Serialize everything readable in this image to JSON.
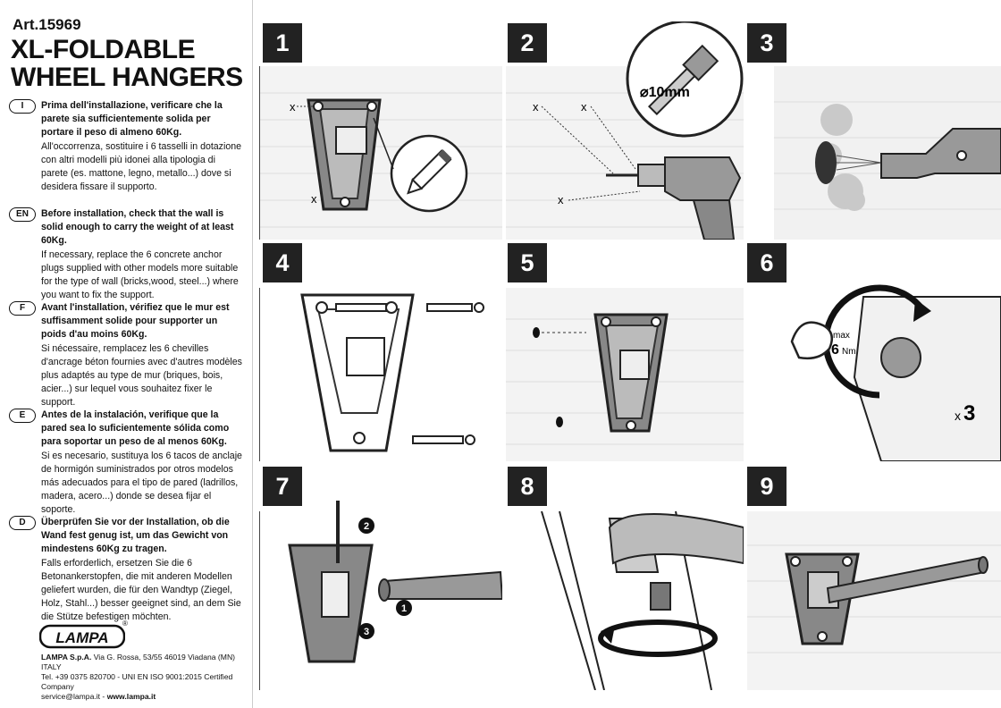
{
  "header": {
    "article": "Art.15969",
    "title_line1": "XL-FOLDABLE",
    "title_line2": "WHEEL HANGERS"
  },
  "languages": [
    {
      "code": "I",
      "bold": "Prima dell'installazione, verificare che la parete sia sufficientemente solida per portare il peso di almeno 60Kg.",
      "text": "All'occorrenza, sostituire i 6 tasselli in dotazione con altri modelli più idonei alla tipologia di parete (es. mattone, legno, metallo...) dove si desidera fissare il supporto."
    },
    {
      "code": "EN",
      "bold": "Before installation, check that the wall is solid enough to carry the weight of at least 60Kg.",
      "text": "If necessary, replace the 6 concrete anchor plugs supplied with other models more suitable for the type of wall (bricks,wood, steel...) where you want to fix the support."
    },
    {
      "code": "F",
      "bold": "Avant l'installation, vérifiez que le mur est suffisamment solide pour supporter un poids d'au moins 60Kg.",
      "text": "Si nécessaire, remplacez les 6 chevilles d'ancrage béton fournies avec d'autres modèles plus adaptés au type de mur (briques, bois, acier...) sur lequel vous souhaitez fixer le support."
    },
    {
      "code": "E",
      "bold": "Antes de la instalación, verifique que la pared sea lo suficientemente sólida como para soportar un peso de al menos 60Kg.",
      "text": "Si es necesario, sustituya los 6 tacos de anclaje de hormigón suministrados por otros modelos más adecuados para el tipo de pared (ladrillos, madera, acero...) donde se desea fijar el soporte."
    },
    {
      "code": "D",
      "bold": "Überprüfen Sie vor der Installation, ob die Wand fest genug ist, um das Gewicht von mindestens 60Kg zu tragen.",
      "text": "Falls erforderlich, ersetzen Sie die 6 Betonankerstopfen, die mit anderen Modellen geliefert wurden, die für den Wandtyp (Ziegel, Holz, Stahl...) besser geeignet sind, an dem Sie die Stütze befestigen möchten."
    }
  ],
  "footer": {
    "logo": "LAMPA",
    "registered": "®",
    "company_name": "LAMPA S.p.A.",
    "address": "Via G. Rossa, 53/55 46019 Viadana (MN) ITALY",
    "phone_cert": "Tel. +39 0375 820700 - UNI EN ISO 9001:2015 Certified Company",
    "email": "service@lampa.it",
    "sep": " - ",
    "web": "www.lampa.it"
  },
  "steps": [
    {
      "n": "1",
      "marks": [
        "x",
        "x"
      ]
    },
    {
      "n": "2",
      "marks": [
        "x",
        "x",
        "x"
      ],
      "drill": "⌀10mm"
    },
    {
      "n": "3"
    },
    {
      "n": "4"
    },
    {
      "n": "5"
    },
    {
      "n": "6",
      "max": "max",
      "torque": "6",
      "unit": "Nm",
      "times": "x",
      "count": "3"
    },
    {
      "n": "7",
      "callouts": [
        "1",
        "2",
        "3"
      ]
    },
    {
      "n": "8"
    },
    {
      "n": "9"
    }
  ]
}
